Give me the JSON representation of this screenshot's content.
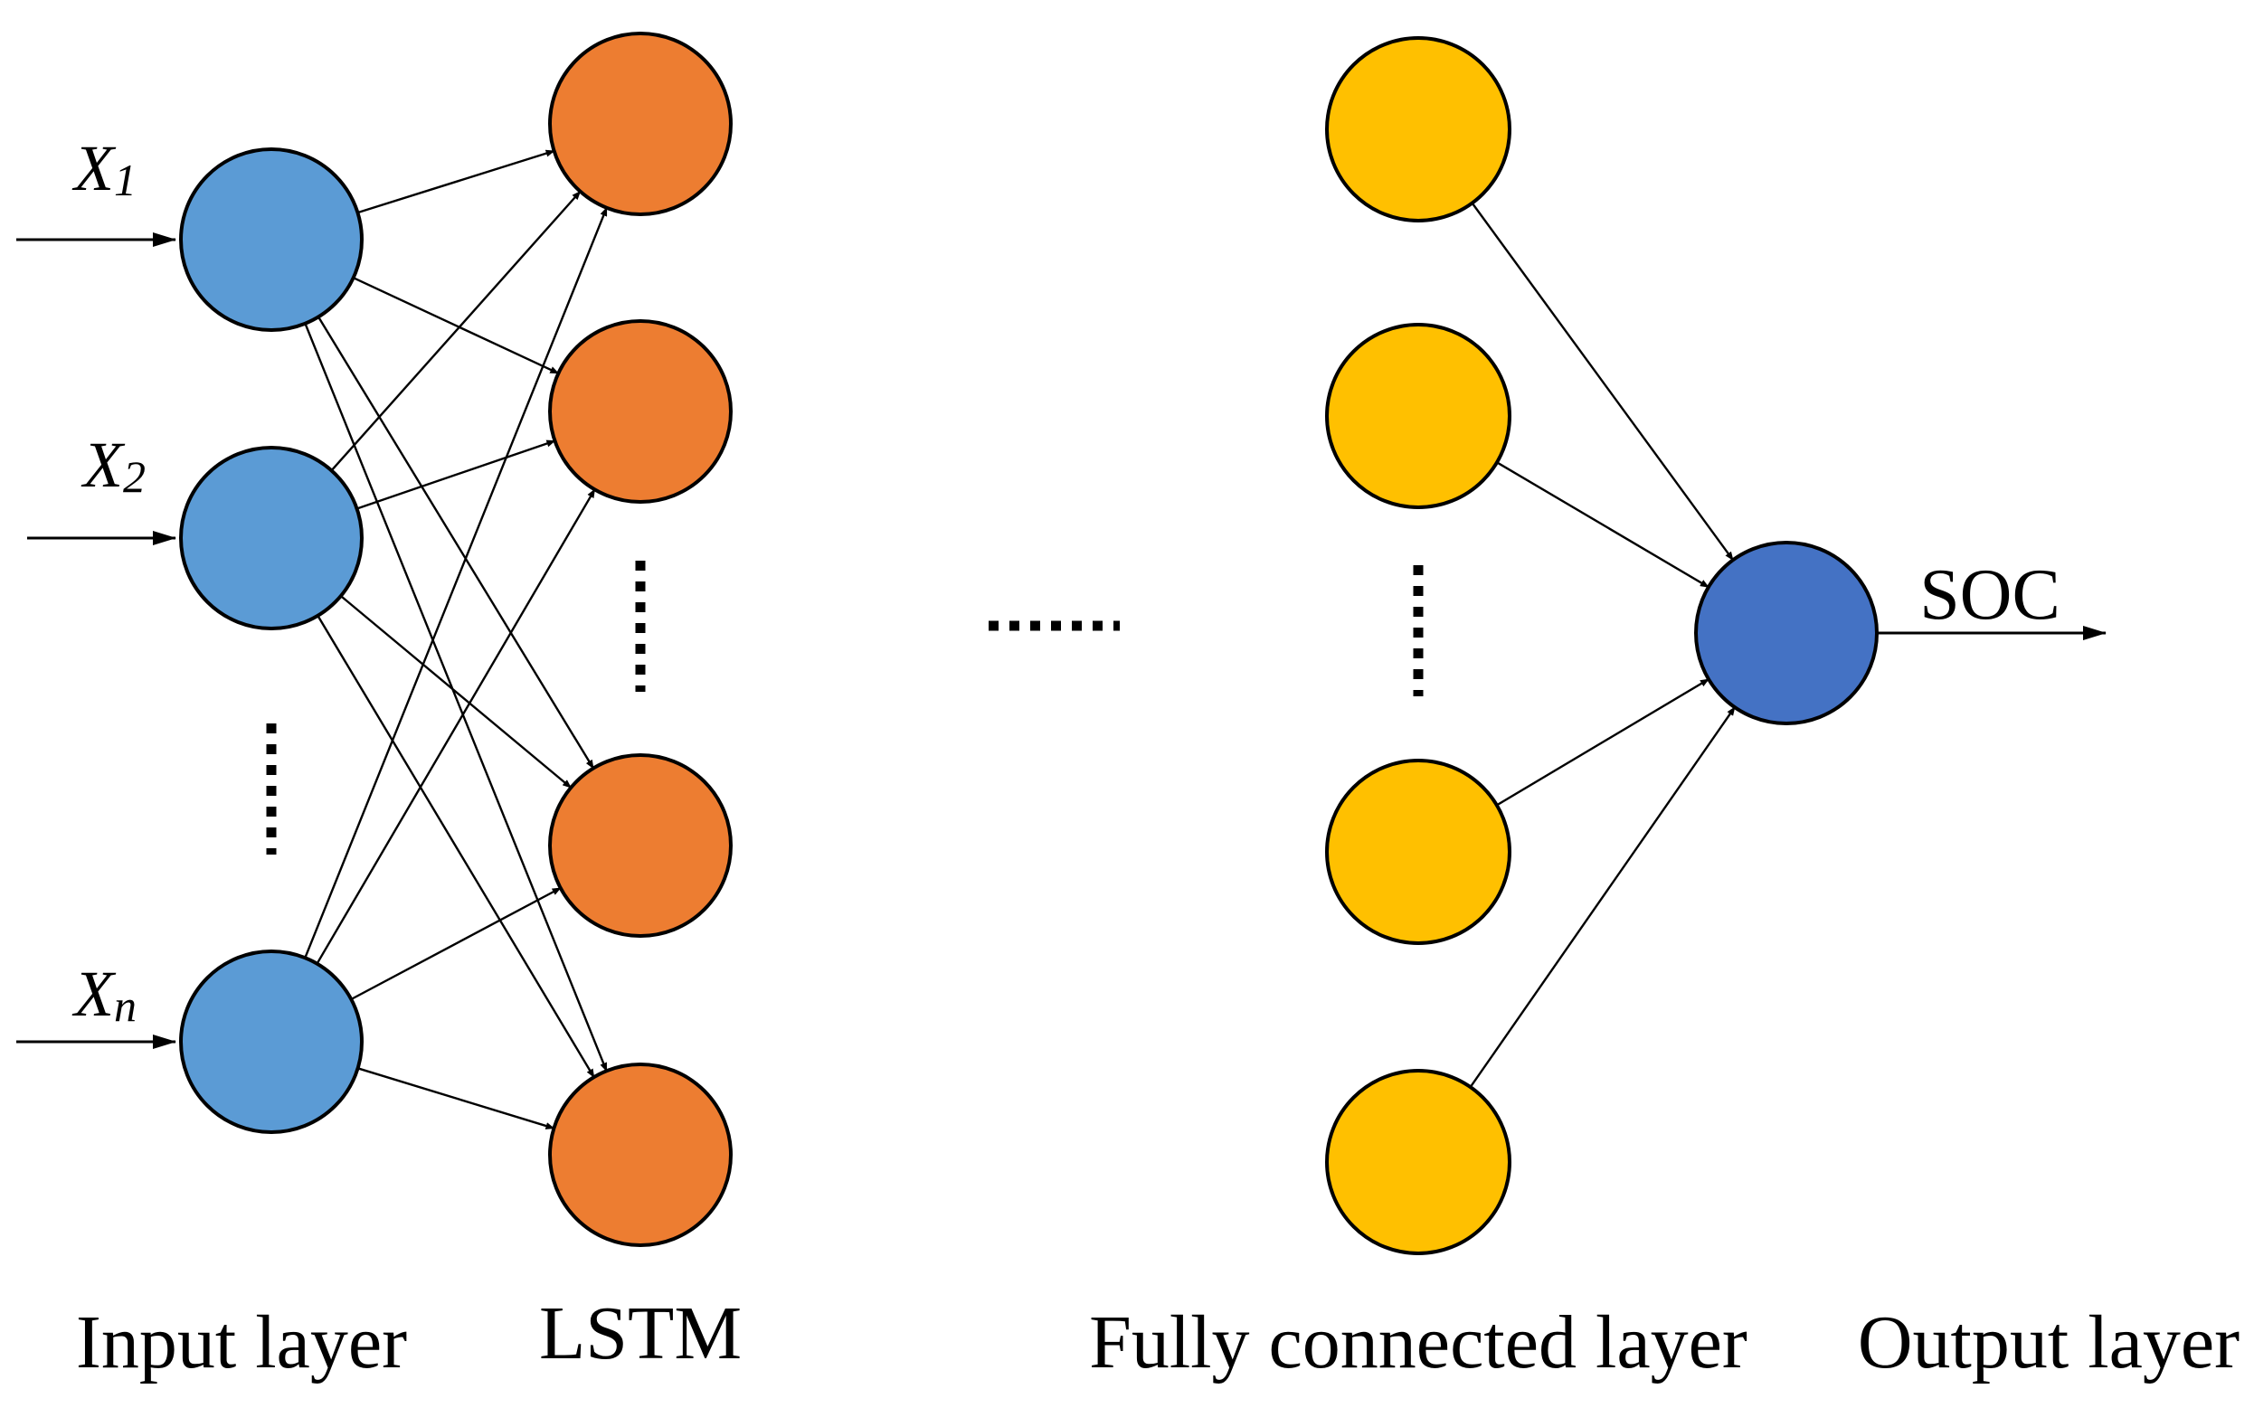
{
  "diagram": {
    "inputs": [
      {
        "main": "X",
        "sub": "1"
      },
      {
        "main": "X",
        "sub": "2"
      },
      {
        "main": "X",
        "sub": "n"
      }
    ],
    "output_label": "SOC",
    "layer_labels": {
      "input": "Input layer",
      "lstm": "LSTM",
      "fully_connected": "Fully connected layer",
      "output": "Output layer"
    },
    "colors": {
      "input_node": "#5B9BD5",
      "lstm_node": "#ED7D31",
      "fc_node": "#FFC000",
      "output_node": "#4472C4"
    }
  }
}
